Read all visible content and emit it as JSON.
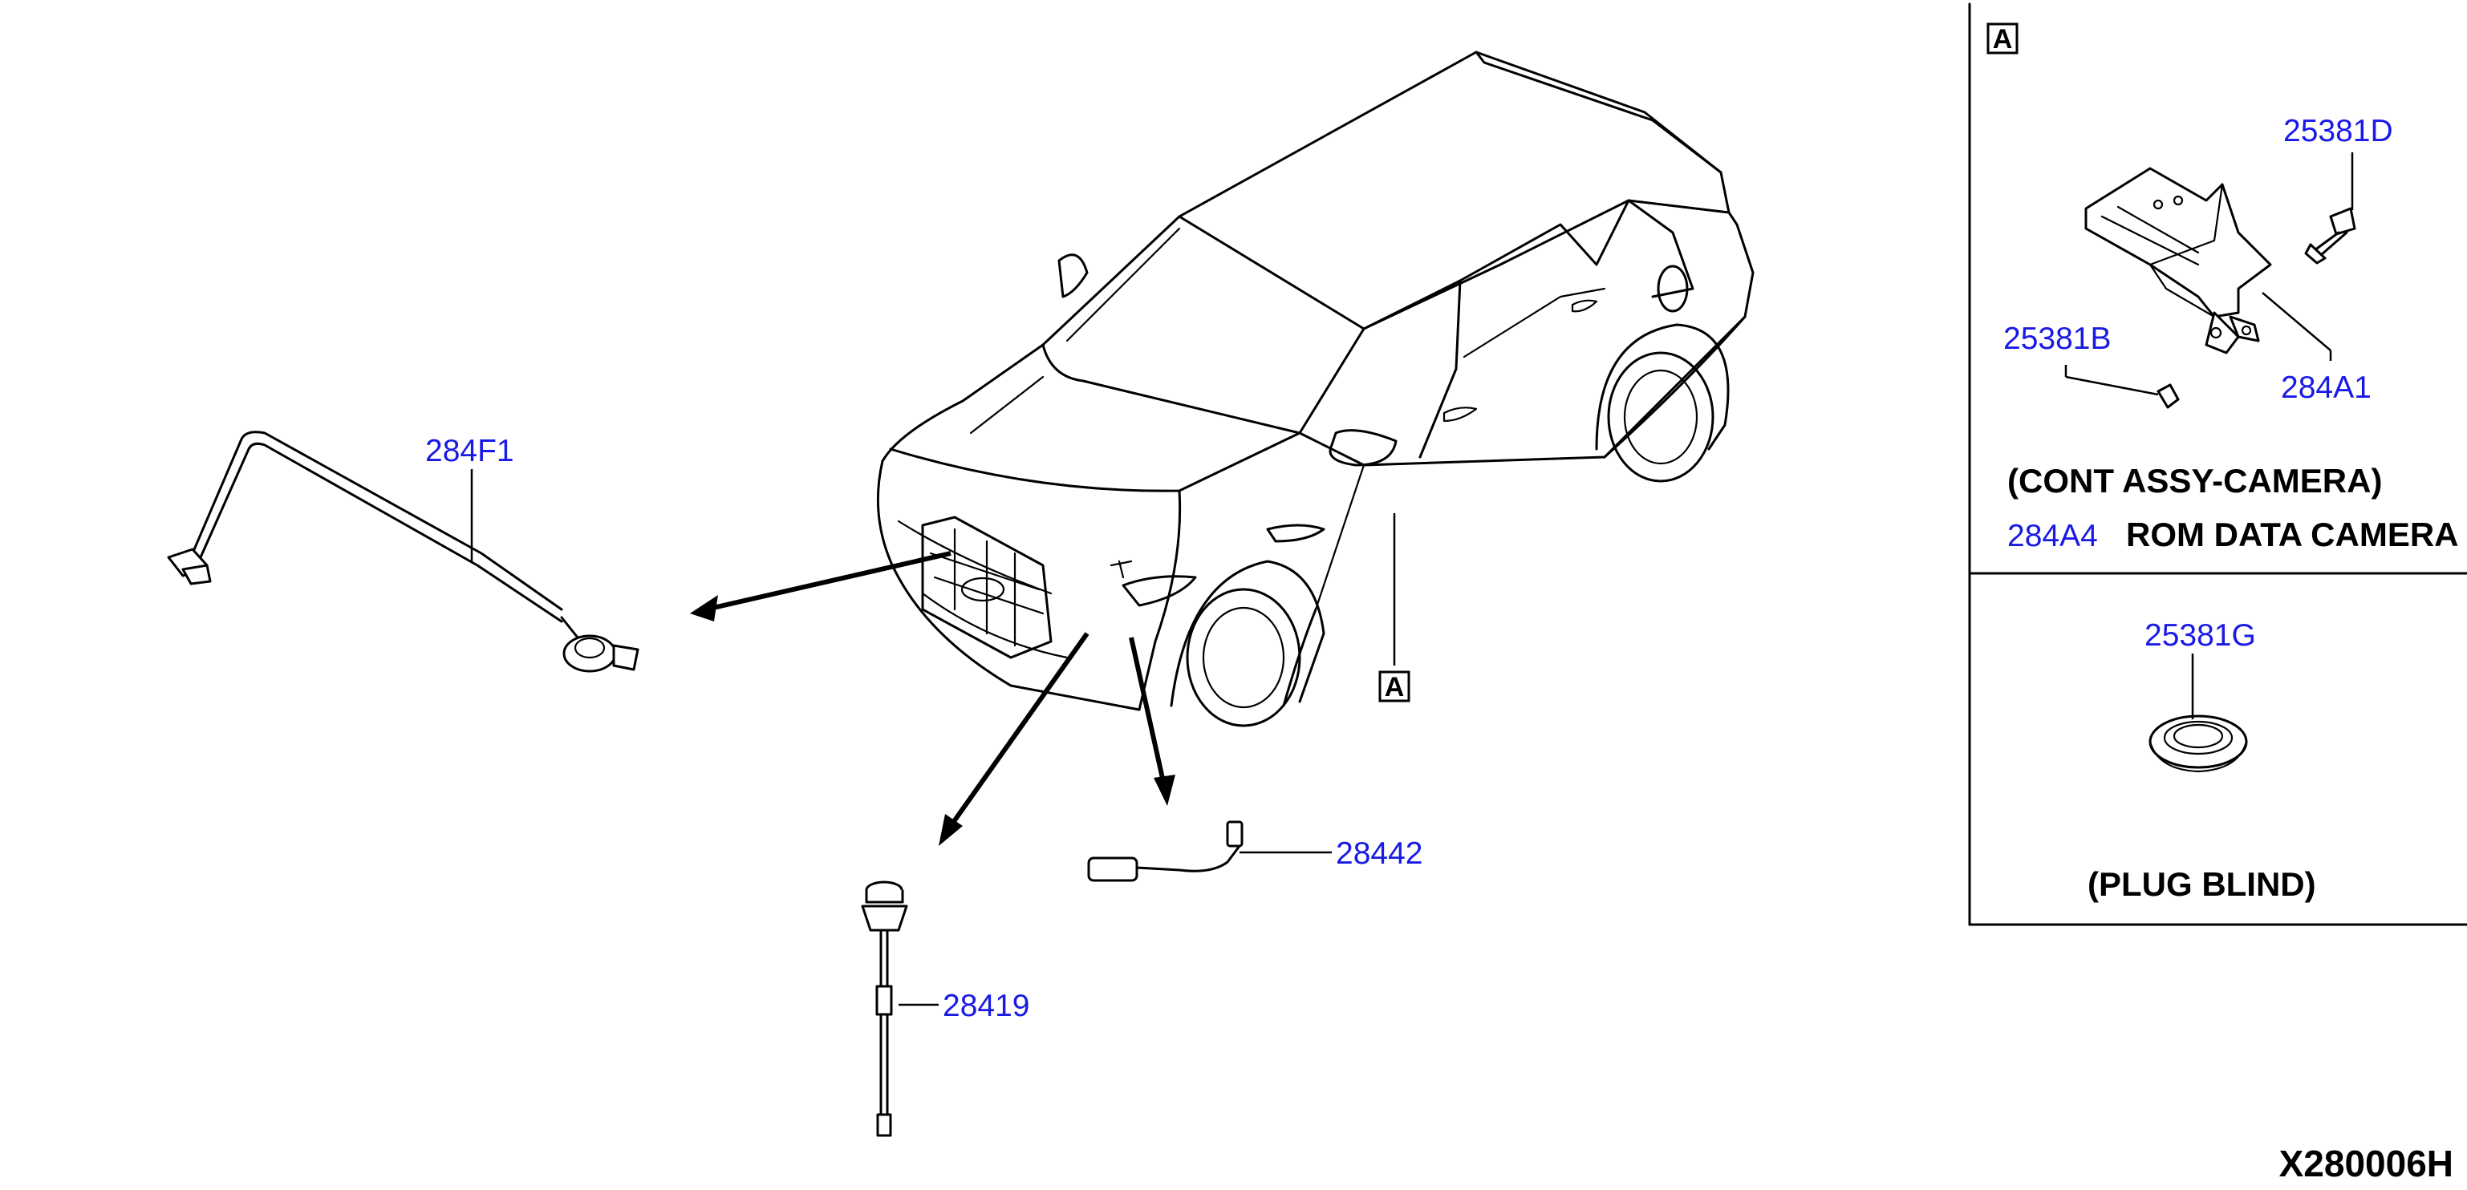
{
  "parts": {
    "harness_284F1": "284F1",
    "camera_28419": "28419",
    "harness_28442": "28442",
    "bolt_25381D": "25381D",
    "clip_25381B": "25381B",
    "control_assy_284A1": "284A1",
    "rom_data_284A4": "284A4",
    "plug_25381G": "25381G"
  },
  "labels": {
    "cont_assy_camera": "(CONT ASSY-CAMERA)",
    "rom_data_camera": "ROM DATA CAMERA",
    "plug_blind": "(PLUG BLIND)"
  },
  "references": {
    "detail_a": "A",
    "car_a_callout": "A"
  },
  "diagram_id": "X280006H",
  "colors": {
    "part_number": "#1a1ae6",
    "line": "#000000"
  }
}
